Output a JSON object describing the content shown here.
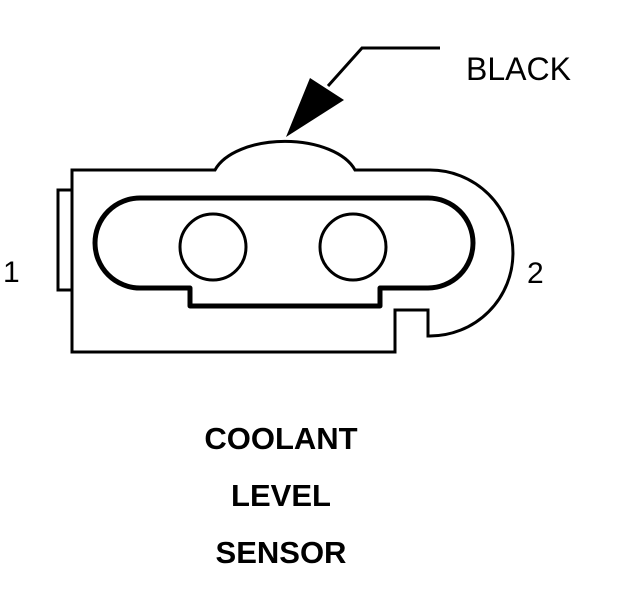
{
  "callout": {
    "label": "BLACK"
  },
  "pins": {
    "left": "1",
    "right": "2"
  },
  "title": {
    "line1": "COOLANT",
    "line2": "LEVEL",
    "line3": "SENSOR"
  },
  "colors": {
    "ink": "#000000",
    "background": "#ffffff"
  }
}
